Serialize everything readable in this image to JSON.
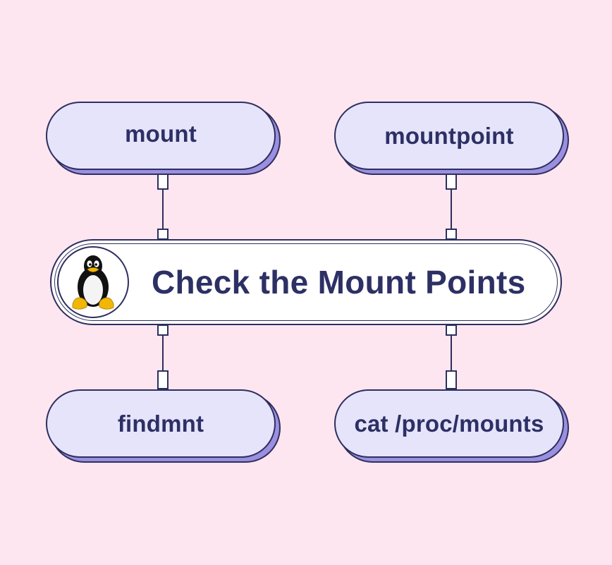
{
  "diagram": {
    "center": {
      "title": "Check the Mount Points",
      "logo_icon": "linux-tux-icon"
    },
    "nodes": {
      "top_left": "mount",
      "top_right": "mountpoint",
      "bottom_left": "findmnt",
      "bottom_right": "cat /proc/mounts"
    },
    "colors": {
      "background": "#fde6f0",
      "node_fill": "#e6e4fb",
      "node_shadow": "#9a8fe0",
      "outline": "#2e2f5e",
      "text": "#2d3064"
    }
  }
}
